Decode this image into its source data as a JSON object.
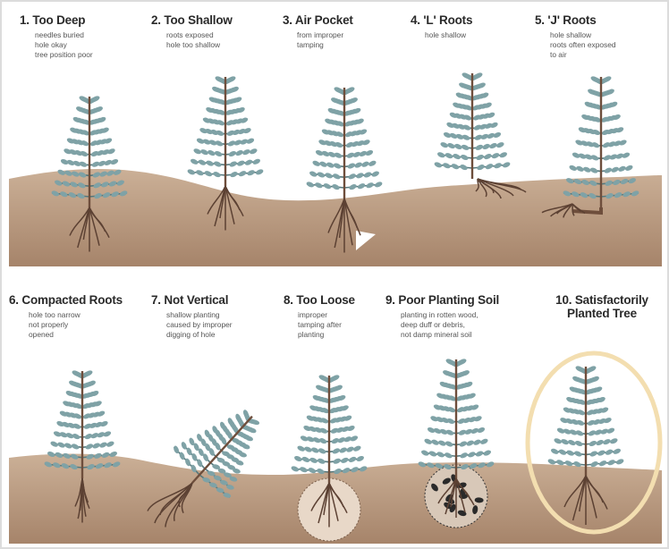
{
  "colors": {
    "border": "#dcdcdc",
    "soil_top": "#c7ab92",
    "soil_bottom": "#a8866b",
    "foliage": "#7fa2a6",
    "foliage_dark": "#56787c",
    "trunk": "#6e4e3c",
    "roots": "#5c4133",
    "highlight_ring": "#f3deb0"
  },
  "panels": [
    {
      "id": "too-deep",
      "title": "1. Too Deep",
      "description": "needles buried\nhole okay\ntree position poor"
    },
    {
      "id": "too-shallow",
      "title": "2. Too Shallow",
      "description": "roots exposed\nhole too shallow"
    },
    {
      "id": "air-pocket",
      "title": "3. Air Pocket",
      "description": "from improper\ntamping"
    },
    {
      "id": "l-roots",
      "title": "4. 'L' Roots",
      "description": "hole shallow"
    },
    {
      "id": "j-roots",
      "title": "5. 'J' Roots",
      "description": "hole shallow\nroots often exposed\nto air"
    },
    {
      "id": "compacted-roots",
      "title": "6. Compacted Roots",
      "description": "hole too narrow\nnot properly\nopened"
    },
    {
      "id": "not-vertical",
      "title": "7. Not Vertical",
      "description": "shallow planting\ncaused by improper\ndigging of hole"
    },
    {
      "id": "too-loose",
      "title": "8. Too Loose",
      "description": "improper\ntamping after\nplanting"
    },
    {
      "id": "poor-planting-soil",
      "title": "9. Poor Planting Soil",
      "description": "planting in rotten wood,\ndeep duff or debris,\nnot damp mineral soil"
    },
    {
      "id": "satisfactory",
      "title": "10. Satisfactorily\nPlanted Tree",
      "description": ""
    }
  ]
}
